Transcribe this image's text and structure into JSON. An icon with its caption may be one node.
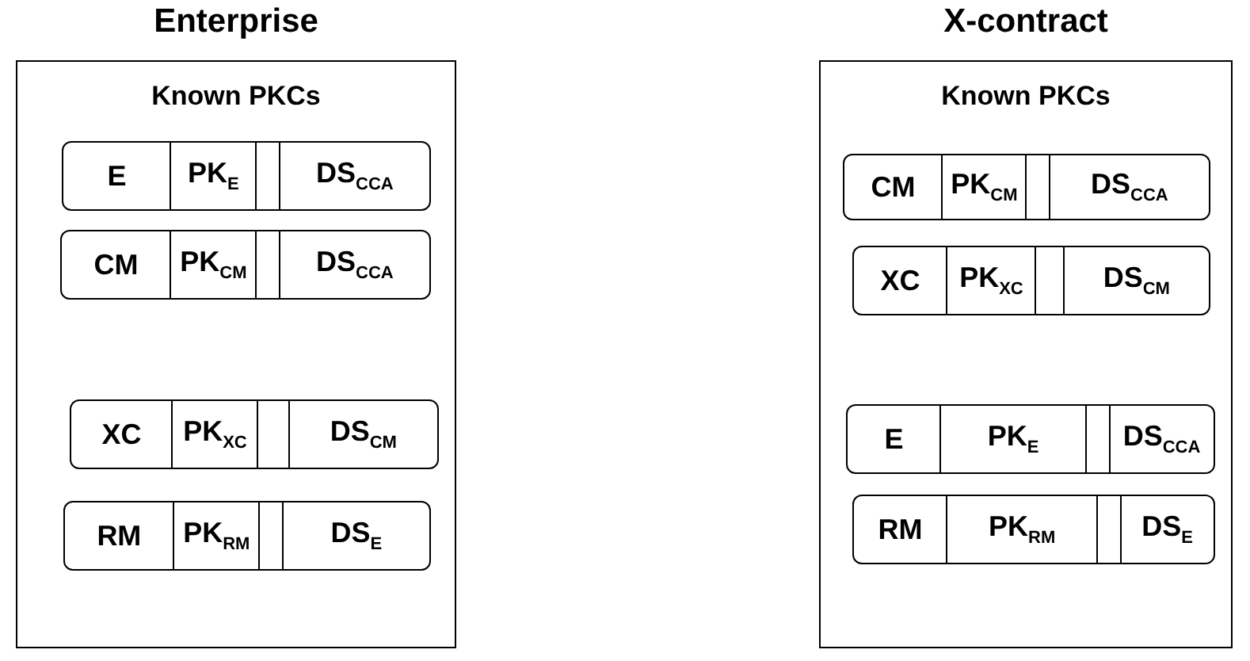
{
  "diagram": {
    "nodes": [
      {
        "text": [
          "Enterprise",
          "Known PKCs"
        ]
      },
      {
        "text": [
          "E",
          "PK$_{E}$",
          "DS$_{CCA}$"
        ],
        "in": 0
      },
      {
        "text": [
          "CM",
          "PK$_{CM}$",
          "DS$_{CCA}$"
        ],
        "in": 0
      },
      {
        "text": [
          "XC",
          "PK$_{XC}$",
          "DS$_{CM}$"
        ],
        "in": 0
      },
      {
        "text": [
          "RM",
          "PK$_{RM}$",
          "DS$_{E}$"
        ],
        "in": 0
      },
      {
        "text": [
          "X-contract",
          "Known PKCs"
        ]
      },
      {
        "text": [
          "CM",
          "PK$_{CM}$",
          "DS$_{CCA}$"
        ],
        "in": 5
      },
      {
        "text": [
          "XC",
          "PK$_{XC}$",
          "DS$_{CM}$"
        ],
        "in": 5
      },
      {
        "text": [
          "E",
          "PK$_{E}$",
          "DS$_{CCA}$"
        ],
        "in": 5
      },
      {
        "text": [
          "RM",
          "PK$_{RM}$",
          "DS$_{E}$"
        ],
        "in": 5
      }
    ],
    "edges": []
  }
}
